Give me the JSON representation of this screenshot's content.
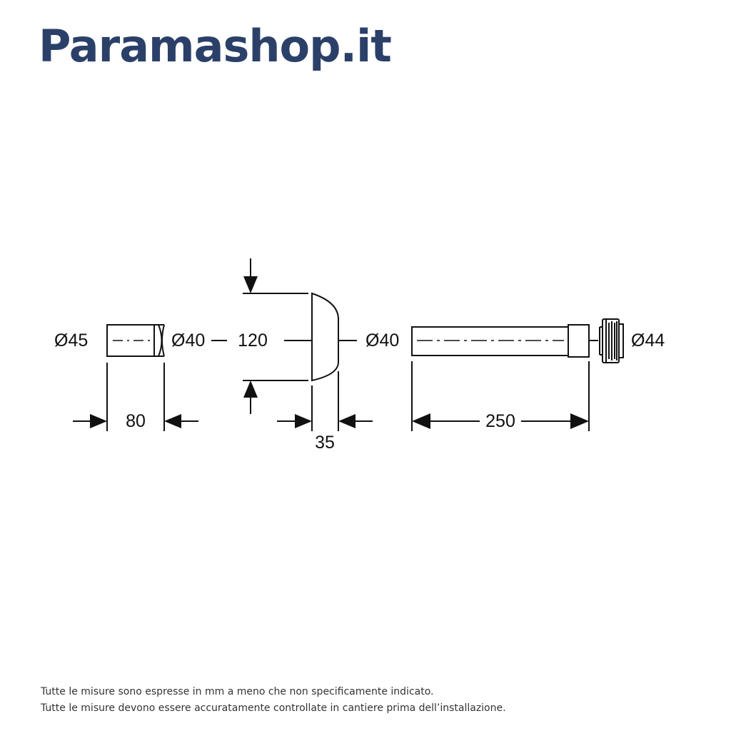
{
  "brand": {
    "name": "Paramashop.it",
    "color": "#2b4069"
  },
  "drawing": {
    "sleeve": {
      "outer_diameter": "Ø45",
      "inner_diameter": "Ø40",
      "length": "80"
    },
    "rosette": {
      "diameter": "120",
      "depth": "35"
    },
    "pipe": {
      "diameter": "Ø40",
      "length": "250"
    },
    "seal": {
      "diameter": "Ø44"
    }
  },
  "footer": {
    "note_1": "Tutte le misure sono espresse in mm a meno che non specificamente indicato.",
    "note_2": "Tutte le misure devono essere accuratamente controllate in cantiere prima dell’installazione."
  }
}
